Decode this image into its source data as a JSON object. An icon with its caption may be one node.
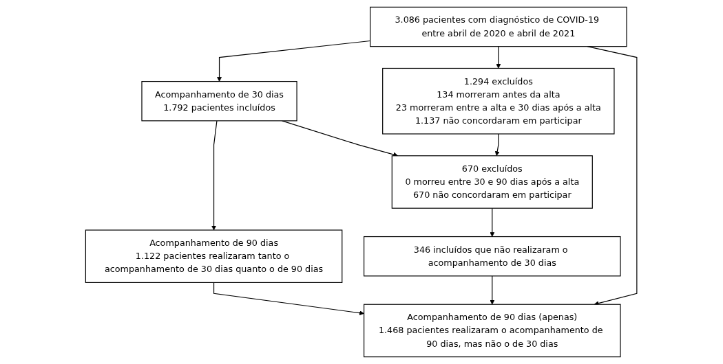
{
  "diagram": {
    "nodes": [
      {
        "text": [
          "3.086 pacientes com diagnóstico de COVID-19 entre abril de 2020 e abril de 2021"
        ]
      },
      {
        "text": [
          "1.294 excluídos",
          "134 morreram antes da alta",
          "23 morreram entre a alta e 30 dias após a alta",
          "1.137 não concordaram em participar"
        ]
      },
      {
        "text": [
          "Acompanhamento de 30 dias",
          "1.792 pacientes incluídos"
        ]
      },
      {
        "text": [
          "670 excluídos",
          "0 morreu entre 30 e 90 dias após a alta",
          "670 não concordaram em participar"
        ]
      },
      {
        "text": [
          "Acompanhamento de 90 dias",
          "1.122 pacientes realizaram tanto o acompanhamento de 30 dias quanto o de 90 dias"
        ]
      },
      {
        "text": [
          "346 incluídos que não realizaram o acompanhamento de 30 dias"
        ]
      },
      {
        "text": [
          "Acompanhamento de 90 dias (apenas)",
          "1.468 pacientes realizaram o acompanhamento de 90 dias, mas não o de 30 dias"
        ]
      }
    ],
    "edges": [
      {
        "from": 0,
        "to": 2,
        "arrow": "to"
      },
      {
        "from": 0,
        "to": 1,
        "arrow": "to"
      },
      {
        "from": 0,
        "to": 6,
        "arrow": "to"
      },
      {
        "from": 1,
        "to": 3,
        "arrow": "to"
      },
      {
        "from": 2,
        "to": 4,
        "arrow": "to"
      },
      {
        "from": 2,
        "to": 3,
        "arrow": "to"
      },
      {
        "from": 3,
        "to": 5,
        "arrow": "to"
      },
      {
        "from": 4,
        "to": 6,
        "arrow": "to"
      },
      {
        "from": 5,
        "to": 6,
        "arrow": "to"
      }
    ]
  }
}
